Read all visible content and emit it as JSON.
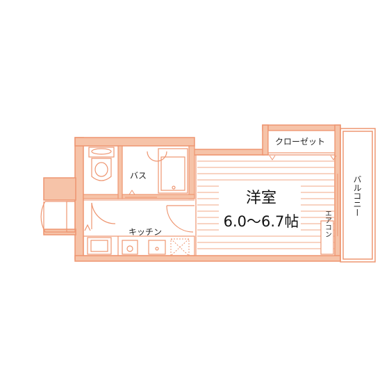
{
  "rooms": {
    "western": {
      "name": "洋室",
      "size": "6.0〜6.7帖"
    },
    "closet": "クローゼット",
    "balcony": "バルコニー",
    "bath": "バス",
    "kitchen": "キッチン",
    "aircon": "エアコン"
  },
  "colors": {
    "wall": "#f0a27e",
    "wall_fill": "#f6c3a8",
    "line": "#ee9570",
    "floor_line": "#f1a786",
    "text": "#222222"
  }
}
